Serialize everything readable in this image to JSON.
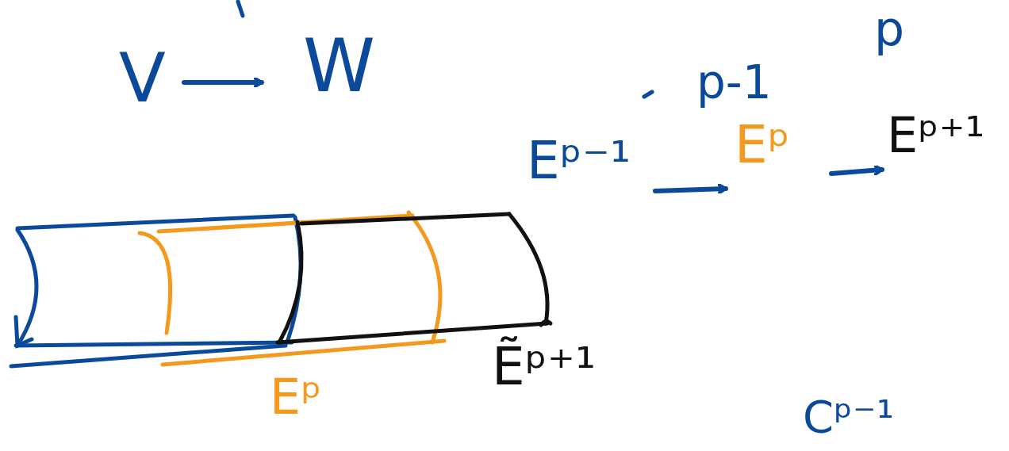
{
  "diagram": {
    "labels": [
      "V",
      "W",
      "p-1",
      "p",
      "Eᵖ⁻¹",
      "Eᵖ",
      "Eᵖ⁺¹",
      "Ẽᵖ⁺¹",
      "Eᵖ",
      "Cᵖ⁻¹"
    ]
  }
}
